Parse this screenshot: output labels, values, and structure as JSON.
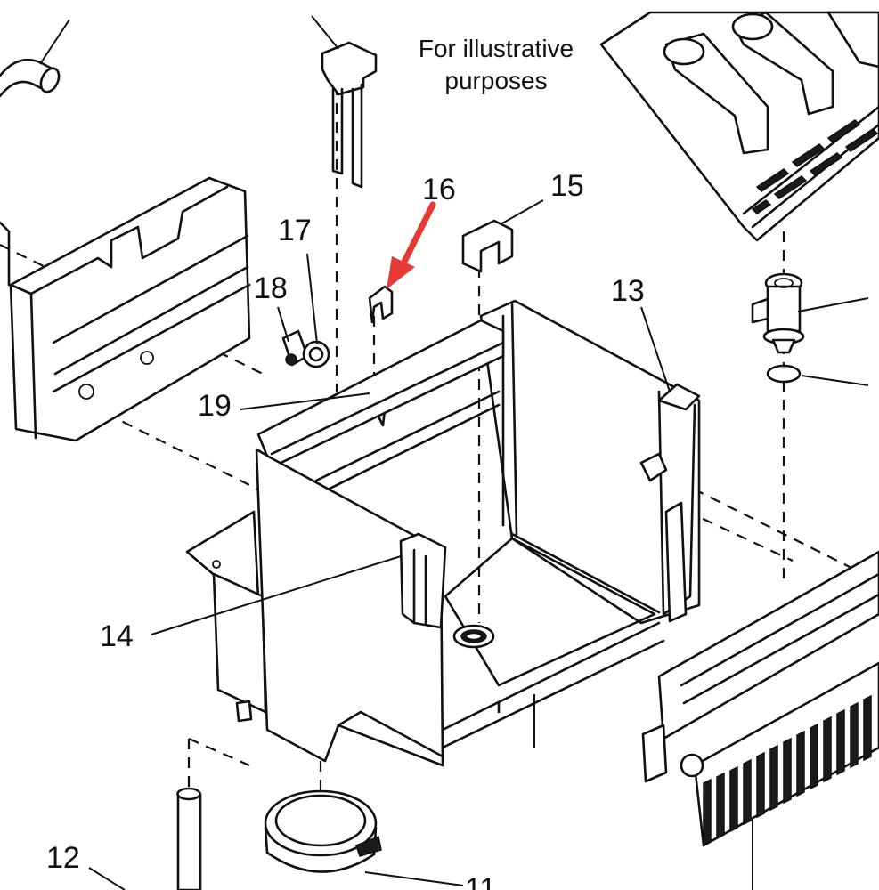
{
  "note": {
    "line1": "For illustrative",
    "line2": "purposes"
  },
  "callouts": [
    "11",
    "12",
    "13",
    "14",
    "15",
    "16",
    "17",
    "18",
    "19"
  ],
  "highlight_color": "#e53935"
}
